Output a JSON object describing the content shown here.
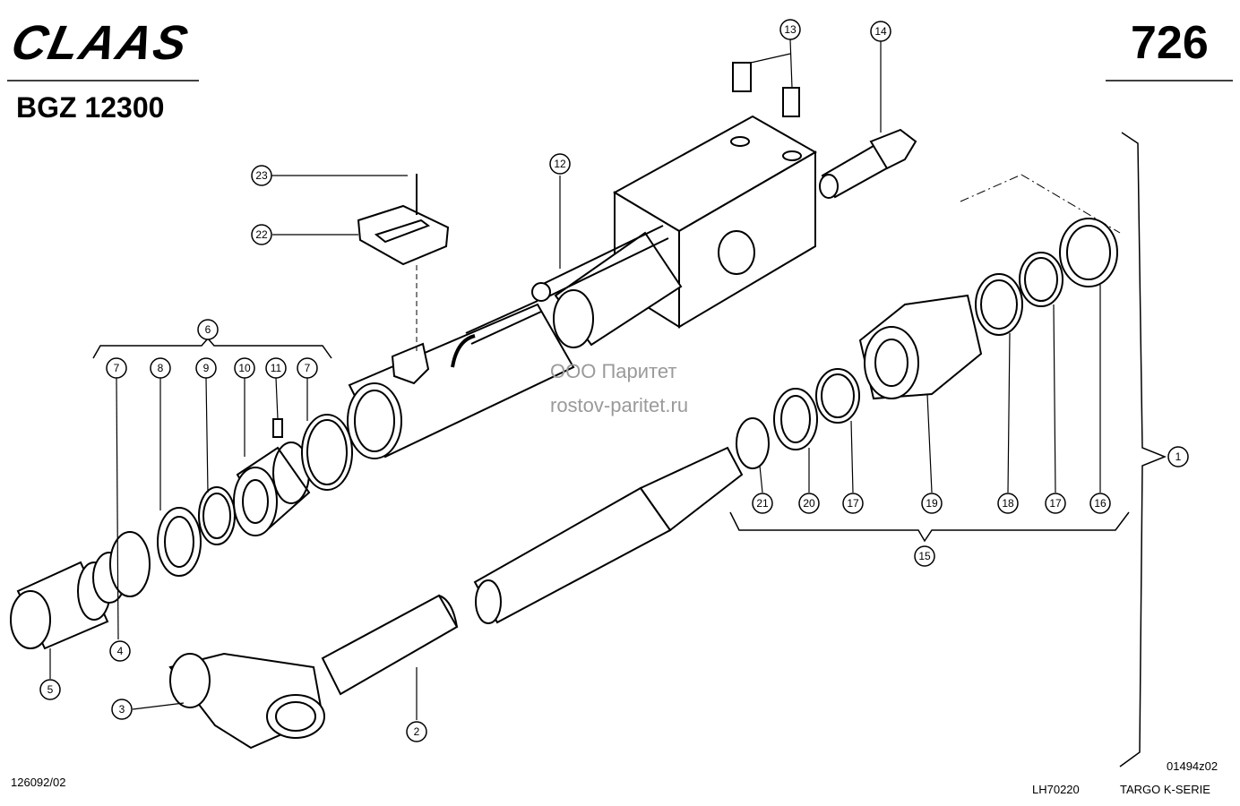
{
  "header": {
    "brand": "CLAAS",
    "model": "BGZ 12300",
    "page_number": "726"
  },
  "watermark": {
    "line1": "ООО Паритет",
    "line2": "rostov-paritet.ru"
  },
  "footer": {
    "left_code": "126092/02",
    "center_code": "LH70220",
    "right_code": "TARGO K-SERIE",
    "drawing_code": "01494z02"
  },
  "callouts": [
    "1",
    "2",
    "3",
    "4",
    "5",
    "6",
    "7",
    "8",
    "9",
    "10",
    "11",
    "7",
    "12",
    "13",
    "14",
    "15",
    "16",
    "17",
    "18",
    "19",
    "17",
    "20",
    "21",
    "22",
    "23"
  ]
}
